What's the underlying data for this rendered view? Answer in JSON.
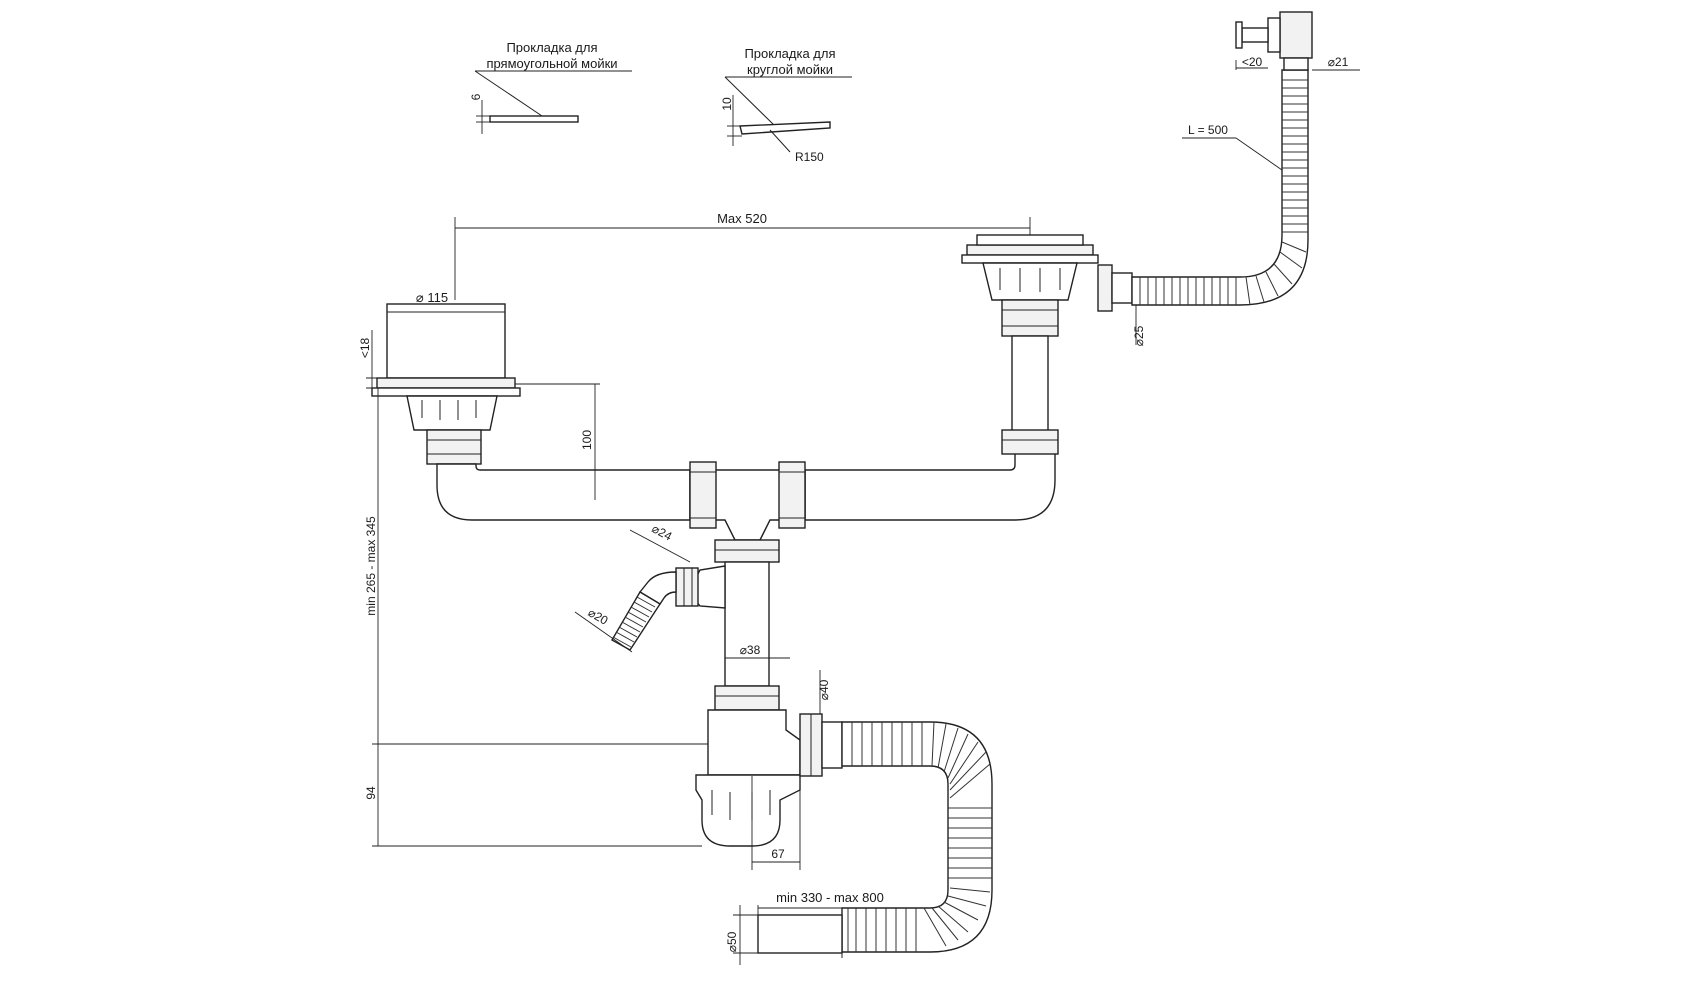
{
  "gaskets": {
    "rectangular": {
      "title": "Прокладка для прямоугольной мойки",
      "line1": "Прокладка для",
      "line2": "прямоугольной мойки",
      "thickness": "6"
    },
    "round": {
      "title": "Прокладка для круглой мойки",
      "line1": "Прокладка для",
      "line2": "круглой мойки",
      "thickness": "10",
      "radius": "R150"
    }
  },
  "dimensions": {
    "max_span": "Max 520",
    "left_bowl_diameter": "⌀ 115",
    "left_bowl_height": "<18",
    "drop_height": "100",
    "overall_height": "min 265 - max 345",
    "trap_height": "94",
    "trap_offset": "67",
    "side_outlet_diameter": "⌀24",
    "side_hose_diameter": "⌀20",
    "pipe_diameter": "⌀38",
    "trap_outlet_diameter": "⌀40",
    "overflow_pipe_diameter": "⌀25",
    "overflow_length": "L = 500",
    "overflow_head_depth": "<20",
    "overflow_head_diameter": "⌀21",
    "corrugated_length": "min 330 - max 800",
    "outlet_diameter": "⌀50"
  }
}
